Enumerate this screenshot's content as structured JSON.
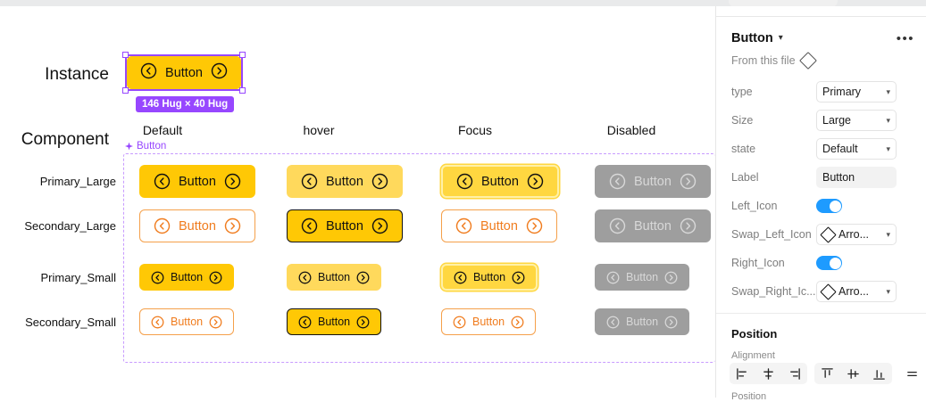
{
  "canvas": {
    "instance_label": "Instance",
    "component_label": "Component",
    "instance_button_text": "Button",
    "size_badge": "146 Hug × 40 Hug",
    "component_name": "Button",
    "component_state_title": "Default",
    "column_headers": [
      "Default",
      "hover",
      "Focus",
      "Disabled"
    ],
    "row_labels": [
      "Primary_Large",
      "Secondary_Large",
      "Primary_Small",
      "Secondary_Small"
    ],
    "button_label": "Button",
    "grid": [
      {
        "row": "Primary_Large",
        "size": "large",
        "cells": [
          "default",
          "hover",
          "focus",
          "disabled"
        ]
      },
      {
        "row": "Secondary_Large",
        "size": "large",
        "cells": [
          "default",
          "hover",
          "focus",
          "disabled"
        ]
      },
      {
        "row": "Primary_Small",
        "size": "small",
        "cells": [
          "default",
          "hover",
          "focus",
          "disabled"
        ]
      },
      {
        "row": "Secondary_Small",
        "size": "small",
        "cells": [
          "default",
          "hover",
          "focus",
          "disabled"
        ]
      }
    ],
    "icons": {
      "left": "chevron-left-circle-icon",
      "right": "chevron-right-circle-icon"
    }
  },
  "inspector": {
    "title": "Button",
    "from_file": "From this file",
    "more_label": "•••",
    "properties": [
      {
        "label": "type",
        "control": "select",
        "value": "Primary"
      },
      {
        "label": "Size",
        "control": "select",
        "value": "Large"
      },
      {
        "label": "state",
        "control": "select",
        "value": "Default"
      },
      {
        "label": "Label",
        "control": "text",
        "value": "Button"
      },
      {
        "label": "Left_Icon",
        "control": "toggle",
        "value": "on"
      },
      {
        "label": "Swap_Left_Icon",
        "control": "select-icon",
        "value": "Arro..."
      },
      {
        "label": "Right_Icon",
        "control": "toggle",
        "value": "on"
      },
      {
        "label": "Swap_Right_Ic...",
        "control": "select-icon",
        "value": "Arro..."
      }
    ],
    "position_section": "Position",
    "alignment_label": "Alignment",
    "position_label2": "Position",
    "align_buttons": [
      "align-left-icon",
      "align-horizontal-center-icon",
      "align-right-icon",
      "align-top-icon",
      "align-vertical-center-icon",
      "align-bottom-icon",
      "distribute-icon"
    ]
  },
  "colors": {
    "primary": "#FFC805",
    "primary_hover": "#FFD95C",
    "disabled": "#9E9E9E",
    "secondary_border": "#F5A04A",
    "secondary_text": "#F07C1E",
    "selection": "#9747FF",
    "toggle_on": "#1E9BFF"
  }
}
